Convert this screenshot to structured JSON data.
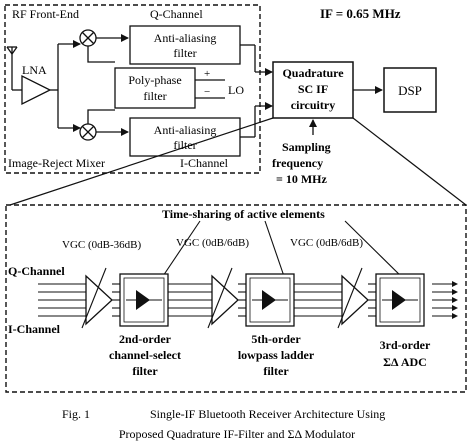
{
  "top": {
    "rf_front_end": "RF Front-End",
    "q_channel_top": "Q-Channel",
    "if_label": "IF = 0.65 MHz",
    "lna": "LNA",
    "anti_aliasing_top": [
      "Anti-aliasing",
      "filter"
    ],
    "polyphase": [
      "Poly-phase",
      "filter"
    ],
    "lo": "LO",
    "plus": "+",
    "minus": "−",
    "anti_aliasing_bottom": [
      "Anti-aliasing",
      "filter"
    ],
    "image_reject": "Image-Reject Mixer",
    "i_channel_top": "I-Channel",
    "quad_block": [
      "Quadrature",
      "SC IF",
      "circuitry"
    ],
    "dsp": "DSP",
    "sampling": [
      "Sampling",
      "frequency",
      "= 10 MHz"
    ]
  },
  "detail": {
    "time_sharing": "Time-sharing of active elements",
    "vgc1": "VGC (0dB-36dB)",
    "vgc2": "VGC (0dB/6dB)",
    "vgc3": "VGC (0dB/6dB)",
    "q_channel": "Q-Channel",
    "i_channel": "I-Channel",
    "stage1": [
      "2nd-order",
      "channel-select",
      "filter"
    ],
    "stage2": [
      "5th-order",
      "lowpass ladder",
      "filter"
    ],
    "stage3": [
      "3rd-order",
      "ΣΔ ADC"
    ],
    "superscripts": [
      "nd",
      "th",
      "rd"
    ]
  },
  "caption": {
    "line1_prefix": "Fig. 1",
    "line1": "Single-IF Bluetooth Receiver Architecture Using",
    "line2": "Proposed Quadrature IF-Filter and ΣΔ Modulator"
  }
}
